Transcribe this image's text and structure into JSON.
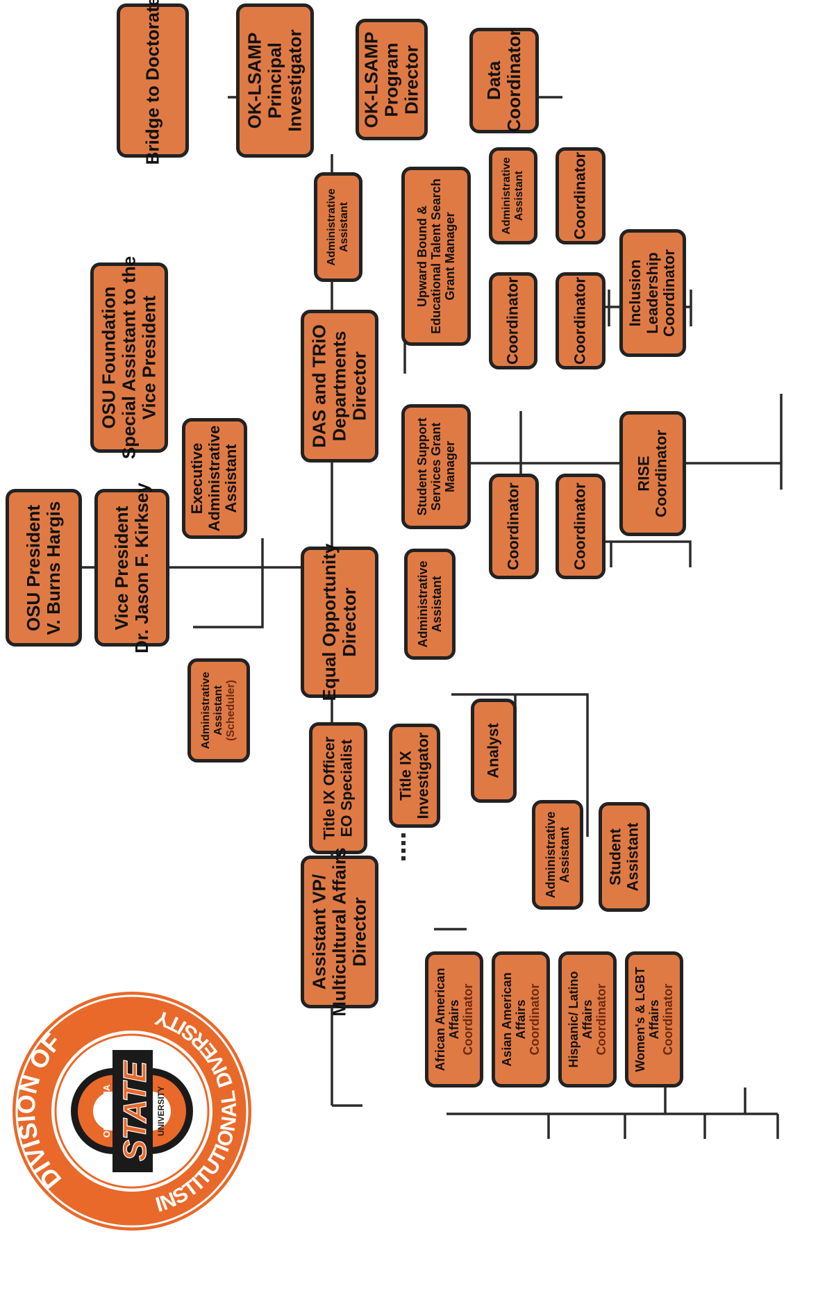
{
  "logo": {
    "ring_text_top": "DIVISION OF",
    "ring_text_bottom": "INSTITUTIONAL DIVERSITY",
    "word_oklahoma": "OKLAHOMA",
    "word_state": "STATE",
    "word_university": "UNIVERSITY",
    "colors": {
      "orange": "#e8692a",
      "black": "#1a1a1a"
    }
  },
  "nodes": {
    "osu_president": [
      "OSU President",
      "V. Burns Hargis"
    ],
    "vice_president": [
      "Vice President",
      "Dr. Jason F. Kirksey"
    ],
    "osu_foundation": [
      "OSU Foundation",
      "Special Assistant to the",
      "Vice President"
    ],
    "exec_admin_asst": [
      "Executive",
      "Administrative",
      "Assistant"
    ],
    "admin_asst_scheduler": [
      "Administrative",
      "Assistant"
    ],
    "admin_asst_scheduler_sub": "(Scheduler)",
    "bridge_doctorate": [
      "Bridge to Doctorate"
    ],
    "oklsamp_pi": [
      "OK-LSAMP",
      "Principal",
      "Investigator"
    ],
    "oklsamp_pd": [
      "OK-LSAMP",
      "Program",
      "Director"
    ],
    "data_coord": [
      "Data",
      "Coordinator"
    ],
    "das_trio": [
      "DAS and TRiO",
      "Departments",
      "Director"
    ],
    "das_admin_asst": [
      "Administrative",
      "Assistant"
    ],
    "upward_bound": [
      "Upward Bound &",
      "Educational Talent Search",
      "Grant Manager"
    ],
    "ub_admin_asst": [
      "Administrative",
      "Assistant"
    ],
    "ub_coord_1": [
      "Coordinator"
    ],
    "ub_coord_2": [
      "Coordinator"
    ],
    "ub_coord_3": [
      "Coordinator"
    ],
    "inclusion": [
      "Inclusion",
      "Leadership",
      "Coordinator"
    ],
    "sss": [
      "Student Support",
      "Services Grant",
      "Manager"
    ],
    "sss_coord_1": [
      "Coordinator"
    ],
    "sss_coord_2": [
      "Coordinator"
    ],
    "rise": [
      "RISE",
      "Coordinator"
    ],
    "eo_director": [
      "Equal Opportunity",
      "Director"
    ],
    "eo_admin_asst": [
      "Administrative",
      "Assistant"
    ],
    "analyst": [
      "Analyst"
    ],
    "title_ix_officer": [
      "Title IX Officer",
      "EO Specialist"
    ],
    "title_ix_investigator": [
      "Title IX",
      "Investigator"
    ],
    "asst_vp": [
      "Assistant VP/",
      "Multicultural Affairs",
      "Director"
    ],
    "ma_admin_asst": [
      "Administrative",
      "Assistant"
    ],
    "student_asst": [
      "Student",
      "Assistant"
    ],
    "african_american": [
      "African American",
      "Affairs"
    ],
    "african_american_sub": "Coordinator",
    "asian_american": [
      "Asian American",
      "Affairs"
    ],
    "asian_american_sub": "Coordinator",
    "hispanic_latino": [
      "Hispanic/ Latino",
      "Affairs"
    ],
    "hispanic_latino_sub": "Coordinator",
    "womens_lgbt": [
      "Women's & LGBT",
      "Affairs"
    ],
    "womens_lgbt_sub": "Coordinator"
  }
}
